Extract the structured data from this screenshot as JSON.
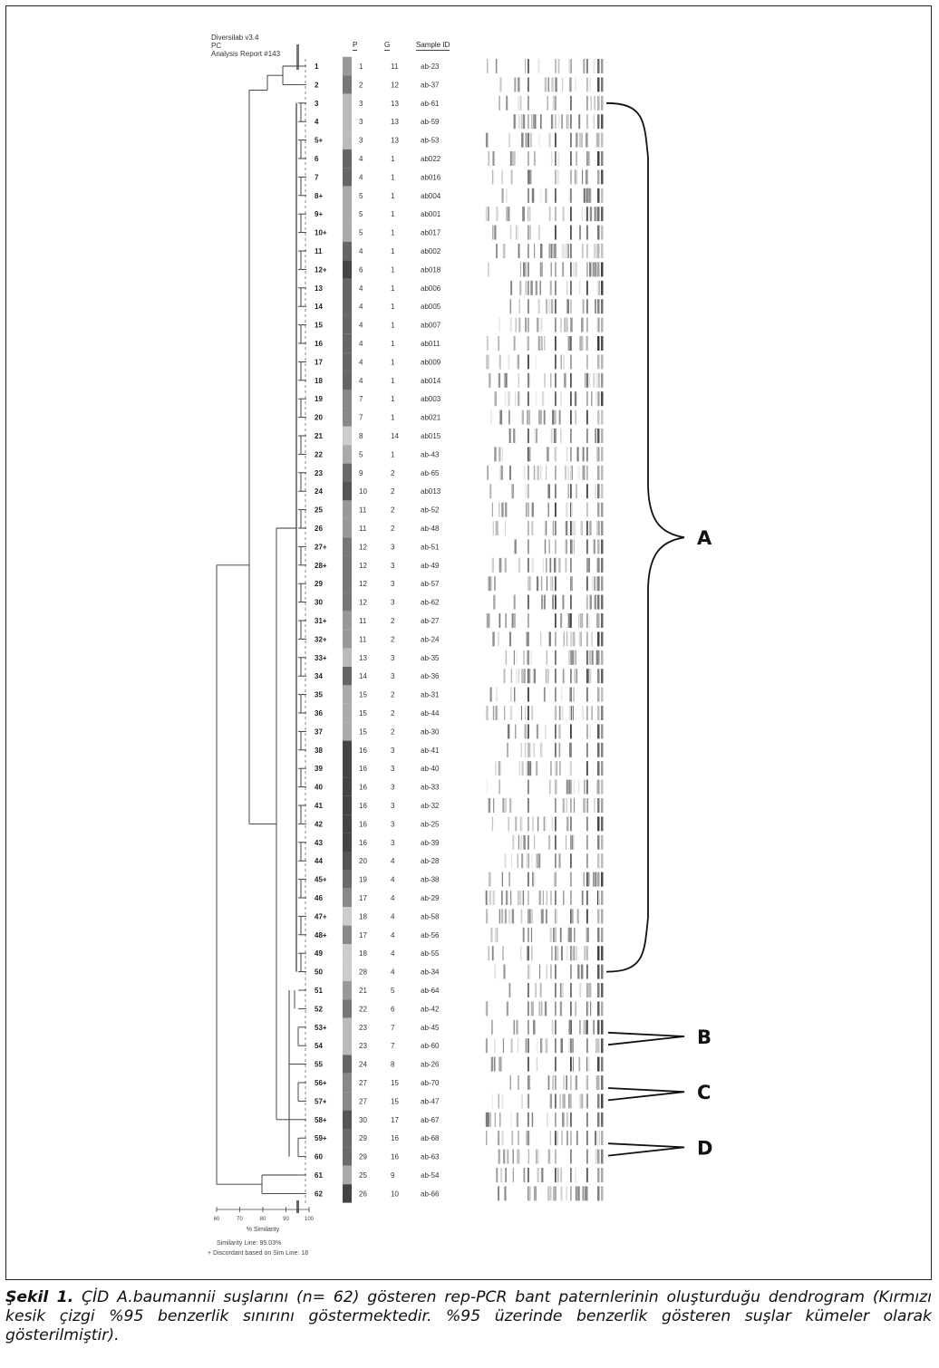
{
  "software": {
    "line1": "Diversilab v3.4",
    "line2": "PC",
    "line3": "Analysis Report #143"
  },
  "columns": {
    "p": "P",
    "g": "G",
    "sample_id": "Sample ID"
  },
  "strains": [
    {
      "no": "1",
      "p": "1",
      "g": "11",
      "id": "ab-23"
    },
    {
      "no": "2",
      "p": "2",
      "g": "12",
      "id": "ab-37"
    },
    {
      "no": "3",
      "p": "3",
      "g": "13",
      "id": "ab-61"
    },
    {
      "no": "4",
      "p": "3",
      "g": "13",
      "id": "ab-59"
    },
    {
      "no": "5+",
      "p": "3",
      "g": "13",
      "id": "ab-53"
    },
    {
      "no": "6",
      "p": "4",
      "g": "1",
      "id": "ab022"
    },
    {
      "no": "7",
      "p": "4",
      "g": "1",
      "id": "ab016"
    },
    {
      "no": "8+",
      "p": "5",
      "g": "1",
      "id": "ab004"
    },
    {
      "no": "9+",
      "p": "5",
      "g": "1",
      "id": "ab001"
    },
    {
      "no": "10+",
      "p": "5",
      "g": "1",
      "id": "ab017"
    },
    {
      "no": "11",
      "p": "4",
      "g": "1",
      "id": "ab002"
    },
    {
      "no": "12+",
      "p": "6",
      "g": "1",
      "id": "ab018"
    },
    {
      "no": "13",
      "p": "4",
      "g": "1",
      "id": "ab006"
    },
    {
      "no": "14",
      "p": "4",
      "g": "1",
      "id": "ab005"
    },
    {
      "no": "15",
      "p": "4",
      "g": "1",
      "id": "ab007"
    },
    {
      "no": "16",
      "p": "4",
      "g": "1",
      "id": "ab011"
    },
    {
      "no": "17",
      "p": "4",
      "g": "1",
      "id": "ab009"
    },
    {
      "no": "18",
      "p": "4",
      "g": "1",
      "id": "ab014"
    },
    {
      "no": "19",
      "p": "7",
      "g": "1",
      "id": "ab003"
    },
    {
      "no": "20",
      "p": "7",
      "g": "1",
      "id": "ab021"
    },
    {
      "no": "21",
      "p": "8",
      "g": "14",
      "id": "ab015"
    },
    {
      "no": "22",
      "p": "5",
      "g": "1",
      "id": "ab-43"
    },
    {
      "no": "23",
      "p": "9",
      "g": "2",
      "id": "ab-65"
    },
    {
      "no": "24",
      "p": "10",
      "g": "2",
      "id": "ab013"
    },
    {
      "no": "25",
      "p": "11",
      "g": "2",
      "id": "ab-52"
    },
    {
      "no": "26",
      "p": "11",
      "g": "2",
      "id": "ab-48"
    },
    {
      "no": "27+",
      "p": "12",
      "g": "3",
      "id": "ab-51"
    },
    {
      "no": "28+",
      "p": "12",
      "g": "3",
      "id": "ab-49"
    },
    {
      "no": "29",
      "p": "12",
      "g": "3",
      "id": "ab-57"
    },
    {
      "no": "30",
      "p": "12",
      "g": "3",
      "id": "ab-62"
    },
    {
      "no": "31+",
      "p": "11",
      "g": "2",
      "id": "ab-27"
    },
    {
      "no": "32+",
      "p": "11",
      "g": "2",
      "id": "ab-24"
    },
    {
      "no": "33+",
      "p": "13",
      "g": "3",
      "id": "ab-35"
    },
    {
      "no": "34",
      "p": "14",
      "g": "3",
      "id": "ab-36"
    },
    {
      "no": "35",
      "p": "15",
      "g": "2",
      "id": "ab-31"
    },
    {
      "no": "36",
      "p": "15",
      "g": "2",
      "id": "ab-44"
    },
    {
      "no": "37",
      "p": "15",
      "g": "2",
      "id": "ab-30"
    },
    {
      "no": "38",
      "p": "16",
      "g": "3",
      "id": "ab-41"
    },
    {
      "no": "39",
      "p": "16",
      "g": "3",
      "id": "ab-40"
    },
    {
      "no": "40",
      "p": "16",
      "g": "3",
      "id": "ab-33"
    },
    {
      "no": "41",
      "p": "16",
      "g": "3",
      "id": "ab-32"
    },
    {
      "no": "42",
      "p": "16",
      "g": "3",
      "id": "ab-25"
    },
    {
      "no": "43",
      "p": "16",
      "g": "3",
      "id": "ab-39"
    },
    {
      "no": "44",
      "p": "20",
      "g": "4",
      "id": "ab-28"
    },
    {
      "no": "45+",
      "p": "19",
      "g": "4",
      "id": "ab-38"
    },
    {
      "no": "46",
      "p": "17",
      "g": "4",
      "id": "ab-29"
    },
    {
      "no": "47+",
      "p": "18",
      "g": "4",
      "id": "ab-58"
    },
    {
      "no": "48+",
      "p": "17",
      "g": "4",
      "id": "ab-56"
    },
    {
      "no": "49",
      "p": "18",
      "g": "4",
      "id": "ab-55"
    },
    {
      "no": "50",
      "p": "28",
      "g": "4",
      "id": "ab-34"
    },
    {
      "no": "51",
      "p": "21",
      "g": "5",
      "id": "ab-64"
    },
    {
      "no": "52",
      "p": "22",
      "g": "6",
      "id": "ab-42"
    },
    {
      "no": "53+",
      "p": "23",
      "g": "7",
      "id": "ab-45"
    },
    {
      "no": "54",
      "p": "23",
      "g": "7",
      "id": "ab-60"
    },
    {
      "no": "55",
      "p": "24",
      "g": "8",
      "id": "ab-26"
    },
    {
      "no": "56+",
      "p": "27",
      "g": "15",
      "id": "ab-70"
    },
    {
      "no": "57+",
      "p": "27",
      "g": "15",
      "id": "ab-47"
    },
    {
      "no": "58+",
      "p": "30",
      "g": "17",
      "id": "ab-67"
    },
    {
      "no": "59+",
      "p": "29",
      "g": "16",
      "id": "ab-68"
    },
    {
      "no": "60",
      "p": "29",
      "g": "16",
      "id": "ab-63"
    },
    {
      "no": "61",
      "p": "25",
      "g": "9",
      "id": "ab-54"
    },
    {
      "no": "62",
      "p": "26",
      "g": "10",
      "id": "ab-66"
    }
  ],
  "clusters": [
    {
      "label": "A",
      "first_row": 3,
      "last_row": 50
    },
    {
      "label": "B",
      "first_row": 53,
      "last_row": 54
    },
    {
      "label": "C",
      "first_row": 56,
      "last_row": 57
    },
    {
      "label": "D",
      "first_row": 59,
      "last_row": 60
    }
  ],
  "similarity_axis": {
    "ticks": [
      "60",
      "70",
      "80",
      "90",
      "100"
    ],
    "label": "% Similarity"
  },
  "footer": {
    "similarity_line": "Similarity Line: 95.03%",
    "discordant": "+ Discordant based on Sim Line: 18"
  },
  "caption": {
    "label": "Şekil 1.",
    "text": " ÇİD A.baumannii suşlarını (n= 62) gösteren rep-PCR bant paternlerinin oluşturduğu dendrogram (Kırmızı kesik çizgi %95 benzerlik sınırını göstermektedir. %95 üzerinde benzerlik gösteren suşlar kümeler olarak gösterilmiştir)."
  },
  "colors": {
    "line": "#333333",
    "bracket": "#111111",
    "frame": "#222222"
  }
}
